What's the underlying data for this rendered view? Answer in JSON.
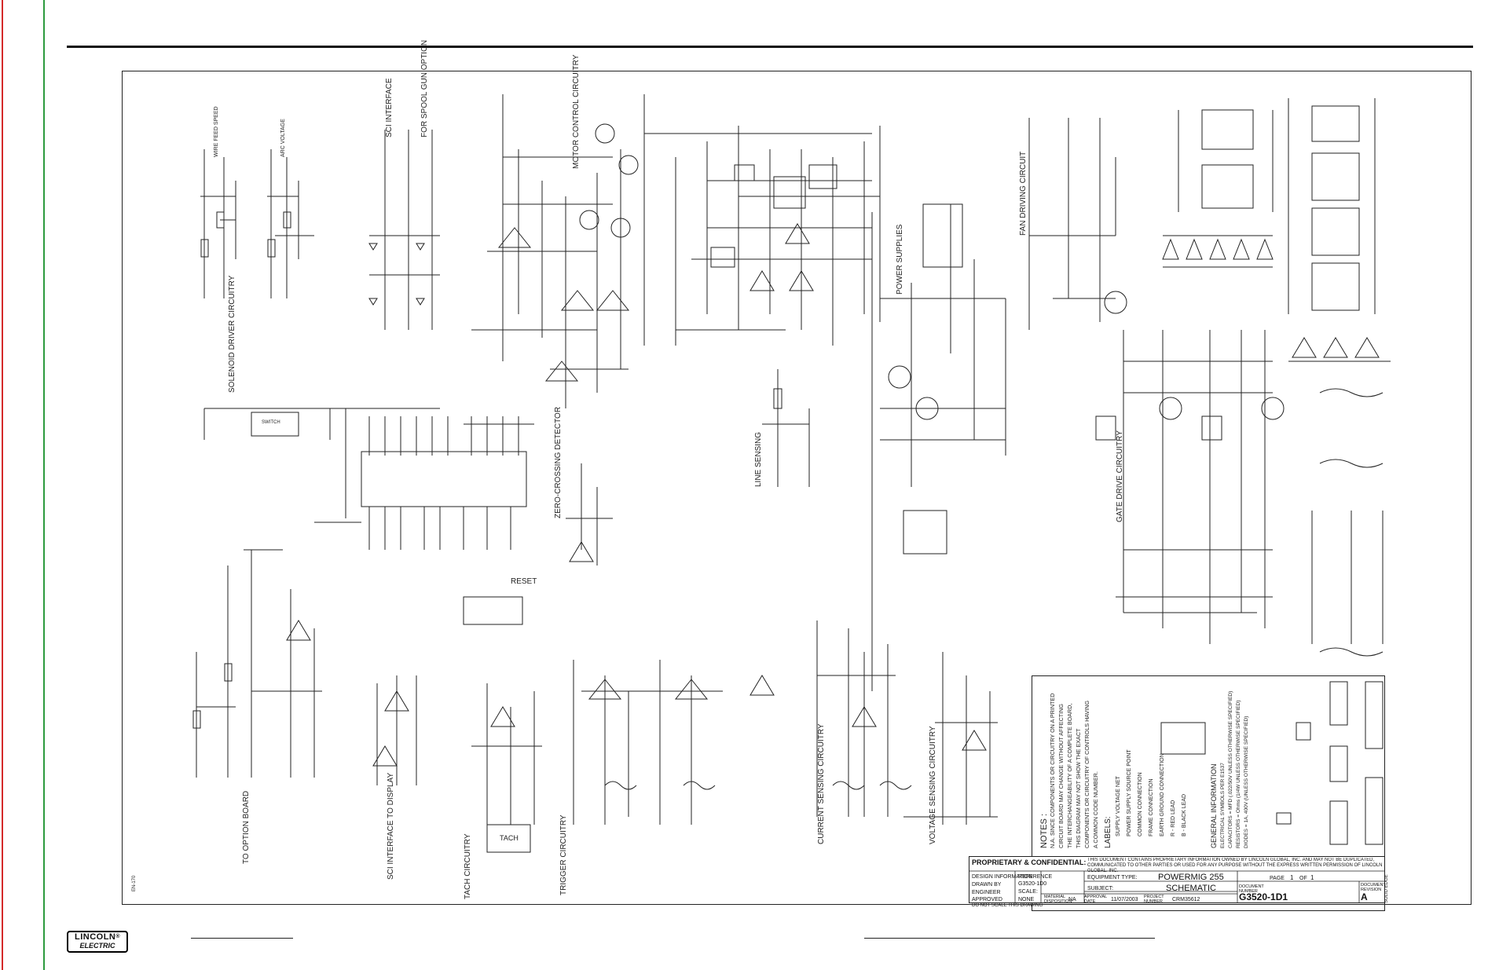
{
  "brand": {
    "logo_line1": "LINCOLN",
    "logo_line2": "ELECTRIC",
    "logo_mark": "®"
  },
  "margin_text": "EN-170",
  "corner_text": "SOLID EDGE",
  "section_labels": {
    "sci_interface": "SCI INTERFACE",
    "for_spool_gun_option": "FOR SPOOL GUN OPTION",
    "motor_control": "MOTOR CONTROL CIRCUITRY",
    "power_supplies": "POWER SUPPLIES",
    "fan_driving": "FAN DRIVING CIRCUIT",
    "solenoid_driver": "SOLENOID DRIVER CIRCUITRY",
    "zero_crossing": "ZERO-CROSSING DETECTOR",
    "line_sensing": "LINE SENSING",
    "gate_drive": "GATE DRIVE CIRCUITRY",
    "to_option_board": "TO OPTION BOARD",
    "sci_interface_display": "SCI INTERFACE TO DISPLAY",
    "tach_circuitry": "TACH CIRCUITRY",
    "trigger_circuitry": "TRIGGER CIRCUITRY",
    "current_sensing": "CURRENT SENSING CIRCUITRY",
    "voltage_sensing": "VOLTAGE SENSING CIRCUITRY",
    "tach_box": "TACH",
    "reset": "RESET",
    "wire_feed_speed": "WIRE FEED SPEED",
    "arc_voltage": "ARC VOLTAGE",
    "switch": "SWITCH"
  },
  "notes": {
    "heading": "NOTES :",
    "n1": "N.A. SINCE COMPONENTS OR CIRCUITRY ON A PRINTED",
    "n2": "CIRCUIT BOARD MAY CHANGE WITHOUT AFFECTING",
    "n3": "THE INTERCHANGEABILITY OF A COMPLETE BOARD,",
    "n4": "THIS DIAGRAM MAY NOT SHOW THE EXACT",
    "n5": "COMPONENTS OR CIRCUITRY OF CONTROLS HAVING",
    "n6": "A COMMON CODE NUMBER.",
    "labels_heading": "LABELS:",
    "l1": "SUPPLY VOLTAGE NET",
    "l2": "POWER SUPPLY SOURCE POINT",
    "l3": "COMMON CONNECTION",
    "l4": "FRAME CONNECTION",
    "l5": "EARTH GROUND CONNECTION",
    "l6": "R - RED LEAD",
    "l7": "B - BLACK LEAD",
    "general_heading": "GENERAL INFORMATION",
    "g1": "ELECTRICAL SYMBOLS PER E1537",
    "g2": "CAPACITORS = MFD (.022/50V UNLESS OTHERWISE SPECIFIED)",
    "g3": "RESISTORS = Ohms (1/4W UNLESS OTHERWISE SPECIFIED)",
    "g4": "DIODES = 1A, 400V (UNLESS OTHERWISE SPECIFIED)"
  },
  "title_block": {
    "proprietary_heading": "PROPRIETARY & CONFIDENTIAL:",
    "proprietary_text": "THIS DOCUMENT CONTAINS PROPRIETARY INFORMATION OWNED BY LINCOLN GLOBAL, INC. AND MAY NOT BE DUPLICATED, COMMUNICATED TO OTHER PARTIES OR USED FOR ANY PURPOSE WITHOUT THE EXPRESS WRITTEN PERMISSION OF LINCOLN GLOBAL, INC.",
    "design_information": "DESIGN INFORMATION",
    "drawn_by": "DRAWN BY",
    "engineer": "ENGINEER",
    "approved": "APPROVED",
    "reference_label": "REFERENCE",
    "reference": "G3520-1D0",
    "scale_label": "SCALE:",
    "scale": "NONE",
    "material_label": "MATERIAL DISPOSITION",
    "material": "NA",
    "approval_date_label": "APPROVAL DATE",
    "approval_date": "11/07/2003",
    "project_label": "PROJECT NUMBER",
    "project": "CRM35612",
    "equipment_type_label": "EQUIPMENT TYPE:",
    "equipment_type": "POWERMIG 255",
    "subject_label": "SUBJECT:",
    "subject": "SCHEMATIC",
    "page_label": "PAGE",
    "page_num": "1",
    "page_of": "OF",
    "page_total": "1",
    "doc_number_label": "DOCUMENT NUMBER",
    "doc_number": "G3520-1D1",
    "doc_revision_label": "DOCUMENT REVISION",
    "doc_revision": "A",
    "do_not_scale": "DO NOT SCALE THIS DRAWING"
  },
  "colors": {
    "edge_red": "#d42a2a",
    "edge_green": "#2d9a3e",
    "ink": "#222222"
  }
}
